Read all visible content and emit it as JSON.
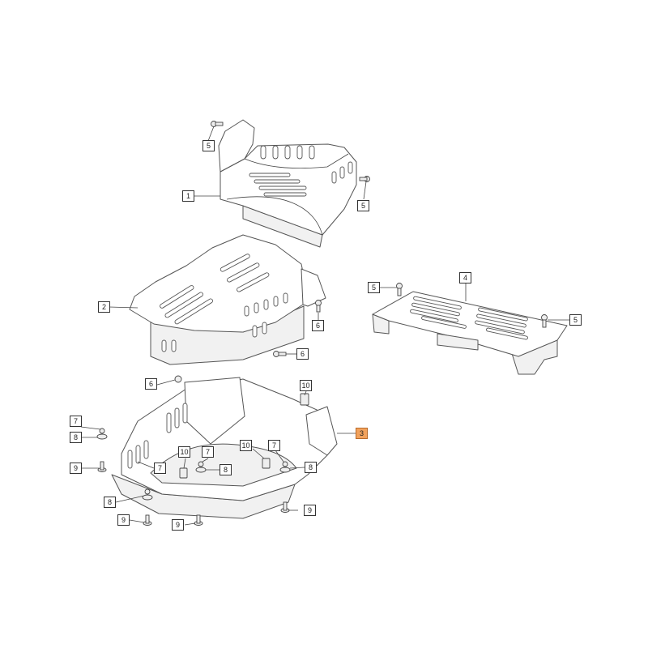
{
  "accent_color": "#f2a25c",
  "callouts": [
    {
      "id": "c1",
      "number": "1",
      "highlighted": false
    },
    {
      "id": "c2",
      "number": "2",
      "highlighted": false
    },
    {
      "id": "c3",
      "number": "3",
      "highlighted": true
    },
    {
      "id": "c4",
      "number": "4",
      "highlighted": false
    },
    {
      "id": "c5a",
      "number": "5",
      "highlighted": false
    },
    {
      "id": "c5b",
      "number": "5",
      "highlighted": false
    },
    {
      "id": "c5c",
      "number": "5",
      "highlighted": false
    },
    {
      "id": "c5d",
      "number": "5",
      "highlighted": false
    },
    {
      "id": "c6a",
      "number": "6",
      "highlighted": false
    },
    {
      "id": "c6b",
      "number": "6",
      "highlighted": false
    },
    {
      "id": "c6c",
      "number": "6",
      "highlighted": false
    },
    {
      "id": "c7a",
      "number": "7",
      "highlighted": false
    },
    {
      "id": "c7b",
      "number": "7",
      "highlighted": false
    },
    {
      "id": "c7c",
      "number": "7",
      "highlighted": false
    },
    {
      "id": "c7d",
      "number": "7",
      "highlighted": false
    },
    {
      "id": "c8a",
      "number": "8",
      "highlighted": false
    },
    {
      "id": "c8b",
      "number": "8",
      "highlighted": false
    },
    {
      "id": "c8c",
      "number": "8",
      "highlighted": false
    },
    {
      "id": "c8d",
      "number": "8",
      "highlighted": false
    },
    {
      "id": "c9a",
      "number": "9",
      "highlighted": false
    },
    {
      "id": "c9b",
      "number": "9",
      "highlighted": false
    },
    {
      "id": "c9c",
      "number": "9",
      "highlighted": false
    },
    {
      "id": "c9d",
      "number": "9",
      "highlighted": false
    },
    {
      "id": "c10a",
      "number": "10",
      "highlighted": false
    },
    {
      "id": "c10b",
      "number": "10",
      "highlighted": false
    },
    {
      "id": "c10c",
      "number": "10",
      "highlighted": false
    }
  ]
}
